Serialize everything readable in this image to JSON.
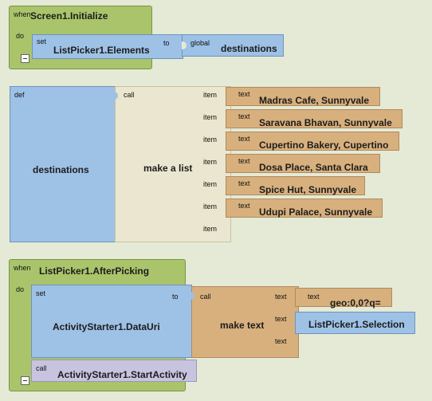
{
  "block1": {
    "when": "when",
    "event": "Screen1.Initialize",
    "do": "do",
    "set": "set",
    "property": "ListPicker1.Elements",
    "to": "to",
    "global": "global",
    "var": "destinations"
  },
  "block2": {
    "def": "def",
    "name": "destinations",
    "call": "call",
    "func": "make a list",
    "item_label": "item",
    "text_label": "text",
    "items": [
      "Madras Cafe, Sunnyvale",
      "Saravana Bhavan, Sunnyvale",
      "Cupertino Bakery, Cupertino",
      "Dosa Place, Santa Clara",
      "Spice Hut, Sunnyvale",
      "Udupi Palace, Sunnyvale"
    ]
  },
  "block3": {
    "when": "when",
    "event": "ListPicker1.AfterPicking",
    "do": "do",
    "set": "set",
    "property": "ActivityStarter1.DataUri",
    "to": "to",
    "call": "call",
    "func": "make text",
    "text_label": "text",
    "geo": "geo:0,0?q=",
    "selection": "ListPicker1.Selection",
    "call2": "call",
    "method": "ActivityStarter1.StartActivity"
  }
}
